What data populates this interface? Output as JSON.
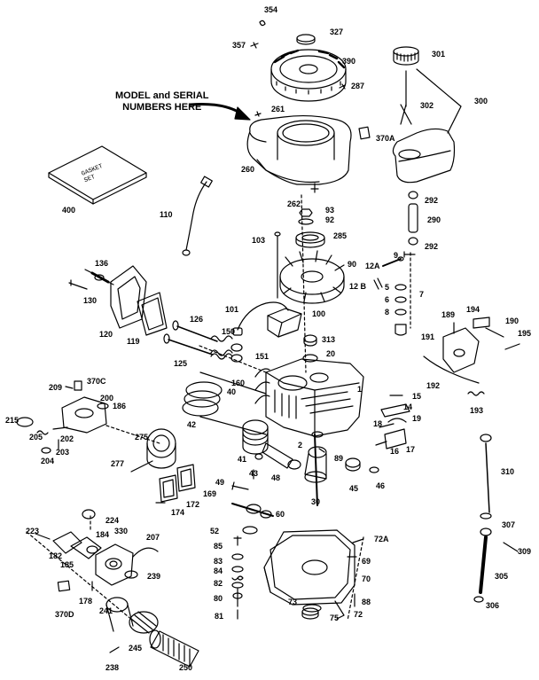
{
  "callout": {
    "line1": "MODEL and SERIAL",
    "line2": "NUMBERS HERE"
  },
  "gasket_kit_text": {
    "line1": "GASKET",
    "line2": "SET"
  },
  "labels": [
    {
      "key": "354",
      "text": "354"
    },
    {
      "key": "327",
      "text": "327"
    },
    {
      "key": "357",
      "text": "357"
    },
    {
      "key": "390",
      "text": "390"
    },
    {
      "key": "287",
      "text": "287"
    },
    {
      "key": "301",
      "text": "301"
    },
    {
      "key": "300",
      "text": "300"
    },
    {
      "key": "302",
      "text": "302"
    },
    {
      "key": "261",
      "text": "261"
    },
    {
      "key": "370A",
      "text": "370A"
    },
    {
      "key": "260",
      "text": "260"
    },
    {
      "key": "400",
      "text": "400"
    },
    {
      "key": "292a",
      "text": "292"
    },
    {
      "key": "290",
      "text": "290"
    },
    {
      "key": "292b",
      "text": "292"
    },
    {
      "key": "262",
      "text": "262"
    },
    {
      "key": "93",
      "text": "93"
    },
    {
      "key": "92",
      "text": "92"
    },
    {
      "key": "110",
      "text": "110"
    },
    {
      "key": "285",
      "text": "285"
    },
    {
      "key": "103",
      "text": "103"
    },
    {
      "key": "90",
      "text": "90"
    },
    {
      "key": "9",
      "text": "9"
    },
    {
      "key": "12A",
      "text": "12A"
    },
    {
      "key": "12B",
      "text": "12 B"
    },
    {
      "key": "5",
      "text": "5"
    },
    {
      "key": "6",
      "text": "6"
    },
    {
      "key": "8",
      "text": "8"
    },
    {
      "key": "7",
      "text": "7"
    },
    {
      "key": "136",
      "text": "136"
    },
    {
      "key": "130",
      "text": "130"
    },
    {
      "key": "120",
      "text": "120"
    },
    {
      "key": "119",
      "text": "119"
    },
    {
      "key": "126",
      "text": "126"
    },
    {
      "key": "101",
      "text": "101"
    },
    {
      "key": "100",
      "text": "100"
    },
    {
      "key": "150",
      "text": "150"
    },
    {
      "key": "125",
      "text": "125"
    },
    {
      "key": "313",
      "text": "313"
    },
    {
      "key": "151",
      "text": "151"
    },
    {
      "key": "20",
      "text": "20"
    },
    {
      "key": "189",
      "text": "189"
    },
    {
      "key": "194",
      "text": "194"
    },
    {
      "key": "190",
      "text": "190"
    },
    {
      "key": "191",
      "text": "191"
    },
    {
      "key": "195",
      "text": "195"
    },
    {
      "key": "192",
      "text": "192"
    },
    {
      "key": "193",
      "text": "193"
    },
    {
      "key": "209",
      "text": "209"
    },
    {
      "key": "370C",
      "text": "370C"
    },
    {
      "key": "160",
      "text": "160"
    },
    {
      "key": "40",
      "text": "40"
    },
    {
      "key": "1",
      "text": "1"
    },
    {
      "key": "200",
      "text": "200"
    },
    {
      "key": "186",
      "text": "186"
    },
    {
      "key": "215",
      "text": "215"
    },
    {
      "key": "205",
      "text": "205"
    },
    {
      "key": "202",
      "text": "202"
    },
    {
      "key": "203",
      "text": "203"
    },
    {
      "key": "204",
      "text": "204"
    },
    {
      "key": "42",
      "text": "42"
    },
    {
      "key": "15",
      "text": "15"
    },
    {
      "key": "14",
      "text": "14"
    },
    {
      "key": "19",
      "text": "19"
    },
    {
      "key": "18",
      "text": "18"
    },
    {
      "key": "16",
      "text": "16"
    },
    {
      "key": "17",
      "text": "17"
    },
    {
      "key": "275",
      "text": "275"
    },
    {
      "key": "2",
      "text": "2"
    },
    {
      "key": "89",
      "text": "89"
    },
    {
      "key": "41",
      "text": "41"
    },
    {
      "key": "48",
      "text": "48"
    },
    {
      "key": "277",
      "text": "277"
    },
    {
      "key": "43",
      "text": "43"
    },
    {
      "key": "310",
      "text": "310"
    },
    {
      "key": "169",
      "text": "169"
    },
    {
      "key": "30",
      "text": "30"
    },
    {
      "key": "45",
      "text": "45"
    },
    {
      "key": "46",
      "text": "46"
    },
    {
      "key": "49",
      "text": "49"
    },
    {
      "key": "172",
      "text": "172"
    },
    {
      "key": "174",
      "text": "174"
    },
    {
      "key": "224",
      "text": "224"
    },
    {
      "key": "60",
      "text": "60"
    },
    {
      "key": "223",
      "text": "223"
    },
    {
      "key": "307",
      "text": "307"
    },
    {
      "key": "52",
      "text": "52"
    },
    {
      "key": "184",
      "text": "184"
    },
    {
      "key": "330",
      "text": "330"
    },
    {
      "key": "207",
      "text": "207"
    },
    {
      "key": "72A",
      "text": "72A"
    },
    {
      "key": "182",
      "text": "182"
    },
    {
      "key": "185",
      "text": "185"
    },
    {
      "key": "309",
      "text": "309"
    },
    {
      "key": "85",
      "text": "85"
    },
    {
      "key": "83",
      "text": "83"
    },
    {
      "key": "69",
      "text": "69"
    },
    {
      "key": "84",
      "text": "84"
    },
    {
      "key": "239",
      "text": "239"
    },
    {
      "key": "305",
      "text": "305"
    },
    {
      "key": "82",
      "text": "82"
    },
    {
      "key": "70",
      "text": "70"
    },
    {
      "key": "178",
      "text": "178"
    },
    {
      "key": "80",
      "text": "80"
    },
    {
      "key": "370D",
      "text": "370D"
    },
    {
      "key": "73",
      "text": "73"
    },
    {
      "key": "88",
      "text": "88"
    },
    {
      "key": "306",
      "text": "306"
    },
    {
      "key": "72",
      "text": "72"
    },
    {
      "key": "241",
      "text": "241"
    },
    {
      "key": "81",
      "text": "81"
    },
    {
      "key": "75",
      "text": "75"
    },
    {
      "key": "245",
      "text": "245"
    },
    {
      "key": "238",
      "text": "238"
    },
    {
      "key": "250",
      "text": "250"
    }
  ]
}
